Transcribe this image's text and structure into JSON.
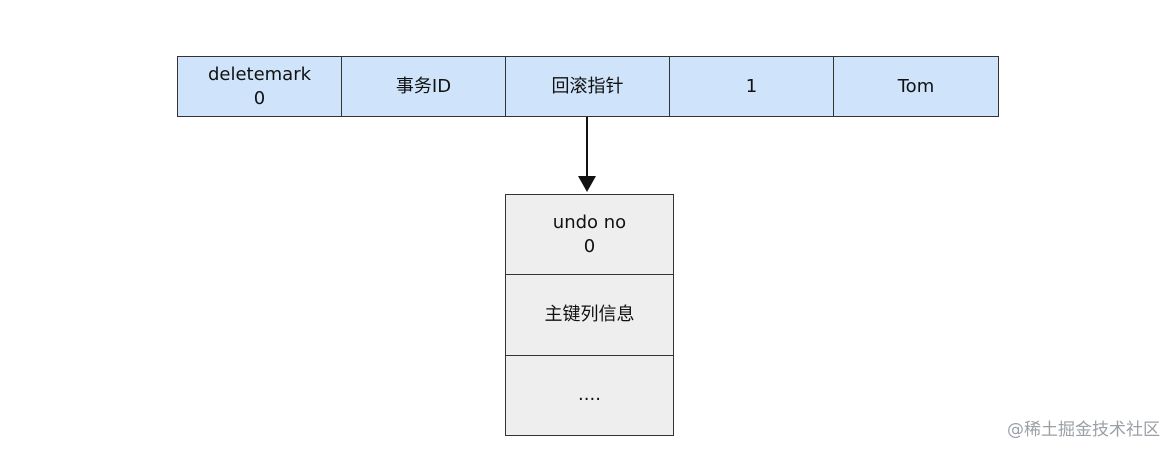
{
  "record": {
    "fields": [
      "deletemark\n0",
      "事务ID",
      "回滚指针",
      "1",
      "Tom"
    ]
  },
  "undo_log": {
    "blocks": [
      "undo no\n0",
      "主键列信息",
      "...."
    ]
  },
  "watermark": {
    "text": "@稀土掘金技术社区"
  },
  "colors": {
    "record_fill": "#cfe4fa",
    "undo_fill": "#eeeeee",
    "stroke": "#333333"
  }
}
